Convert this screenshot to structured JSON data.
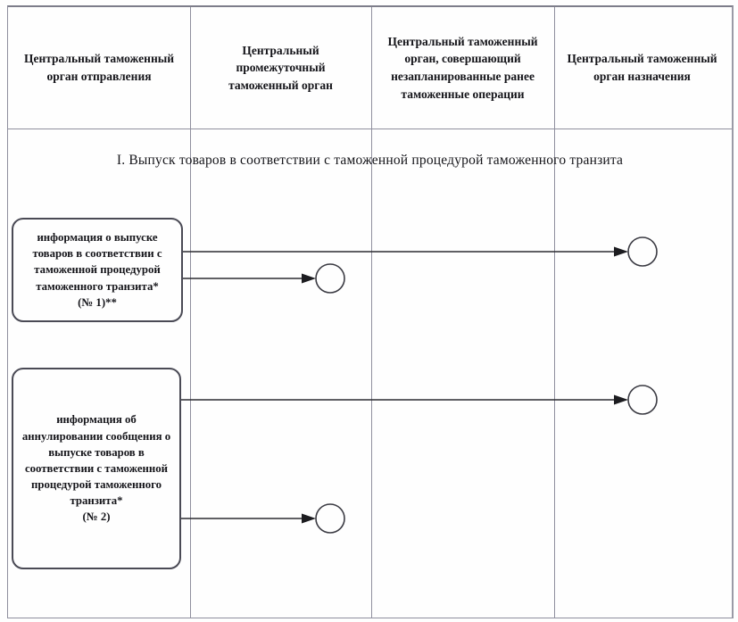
{
  "diagram": {
    "lanes": [
      {
        "id": "departure",
        "label": "Центральный таможенный орган отправления"
      },
      {
        "id": "intermediate",
        "label": "Центральный промежуточный таможенный орган"
      },
      {
        "id": "unplanned",
        "label": "Центральный таможенный орган, совершающий незапланированные ранее таможенные операции"
      },
      {
        "id": "destination",
        "label": "Центральный таможенный орган назначения"
      }
    ],
    "section_title": "I. Выпуск товаров в соответствии с  таможенной процедурой таможенного транзита",
    "messages": [
      {
        "label": "информация о выпуске товаров в соответствии с таможенной процедурой таможенного транзита*",
        "number": "(№ 1)**",
        "from": "departure",
        "to": [
          "destination",
          "intermediate"
        ]
      },
      {
        "label": "информация об аннулировании сообщения о выпуске товаров в соответствии с таможенной процедурой таможенного транзита*",
        "number": "(№ 2)",
        "from": "departure",
        "to": [
          "destination",
          "intermediate"
        ]
      }
    ],
    "colors": {
      "grid_line": "#8f8f9e",
      "box_border": "#4a4a55",
      "connector": "#2b2b30",
      "text": "#15151a",
      "background": "#fefefe"
    }
  }
}
